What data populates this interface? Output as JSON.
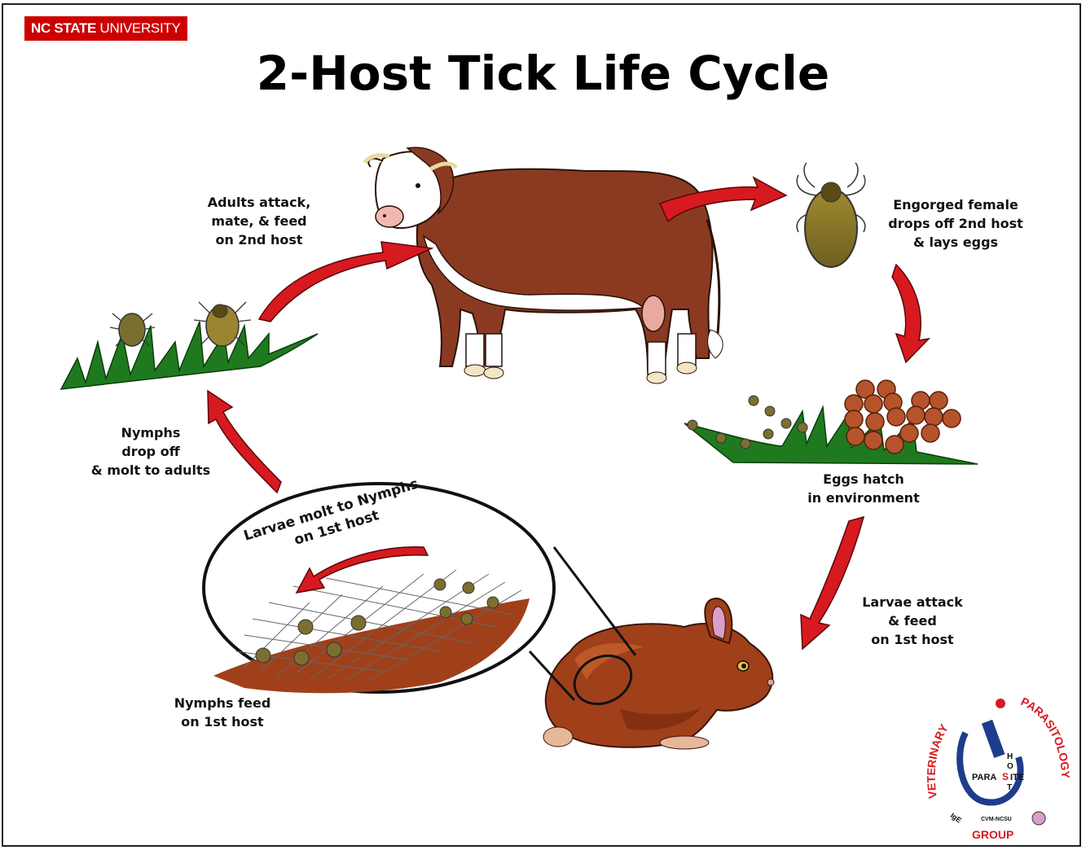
{
  "header": {
    "brand_bold": "NC STATE",
    "brand_light": " UNIVERSITY",
    "title": "2-Host Tick Life Cycle"
  },
  "stages": {
    "adults": [
      "Adults attack,",
      "mate, & feed",
      "on 2nd host"
    ],
    "engorged": [
      "Engorged female",
      "drops off 2nd host",
      "& lays eggs"
    ],
    "eggs": [
      "Eggs hatch",
      "in environment"
    ],
    "larvae_attack": [
      "Larvae attack",
      "& feed",
      "on 1st host"
    ],
    "nymphs_feed": [
      "Nymphs feed",
      "on 1st host"
    ],
    "nymphs_drop": [
      "Nymphs",
      "drop off",
      "& molt to adults"
    ],
    "larvae_molt": [
      "Larvae molt to Nymphs",
      "on 1st host"
    ]
  },
  "logo": {
    "arc_left": "VETERINARY",
    "arc_right": "PARASITOLOGY",
    "group": "GROUP",
    "para": "PARA",
    "s": "S",
    "ite": "ITE",
    "host_letters": [
      "H",
      "O",
      "T"
    ],
    "cvm": "CVM-NCSU",
    "ige": "IgE"
  },
  "colors": {
    "brand_red": "#cc0000",
    "arrow_red": "#d71920",
    "grass_green": "#1f7a1f",
    "cow_brown": "#8b3a22",
    "tick_olive": "#8a7a2e"
  }
}
